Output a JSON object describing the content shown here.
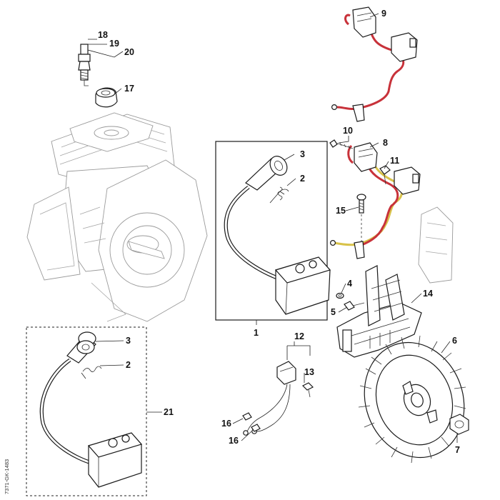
{
  "diagram": {
    "callouts": {
      "c1": "1",
      "c2a": "2",
      "c2b": "2",
      "c3a": "3",
      "c3b": "3",
      "c4": "4",
      "c5": "5",
      "c6": "6",
      "c7": "7",
      "c8": "8",
      "c9": "9",
      "c10": "10",
      "c11": "11",
      "c12": "12",
      "c13": "13",
      "c14": "14",
      "c15": "15",
      "c16a": "16",
      "c16b": "16",
      "c17": "17",
      "c18": "18",
      "c19": "19",
      "c20": "20",
      "c21": "21"
    },
    "drawing_code": "7371-GK-1483",
    "colors": {
      "cable_red": "#c8323a",
      "cable_yellow": "#d8c24a"
    }
  }
}
